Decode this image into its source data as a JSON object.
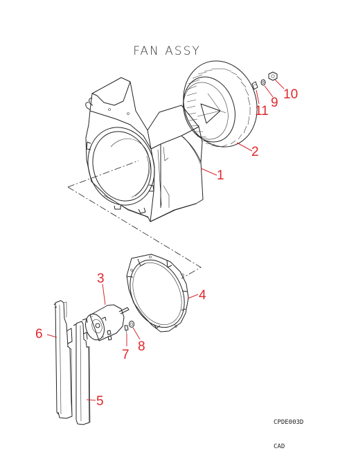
{
  "title": "FAN ASSY",
  "drawing_code": "CPDE003D",
  "footer_label": "CAD",
  "callouts": {
    "c1": "1",
    "c2": "2",
    "c3": "3",
    "c4": "4",
    "c5": "5",
    "c6": "6",
    "c7": "7",
    "c8": "8",
    "c9": "9",
    "c10": "10",
    "c11": "11"
  },
  "colors": {
    "callout": "#e0262b",
    "line": "#222222"
  }
}
